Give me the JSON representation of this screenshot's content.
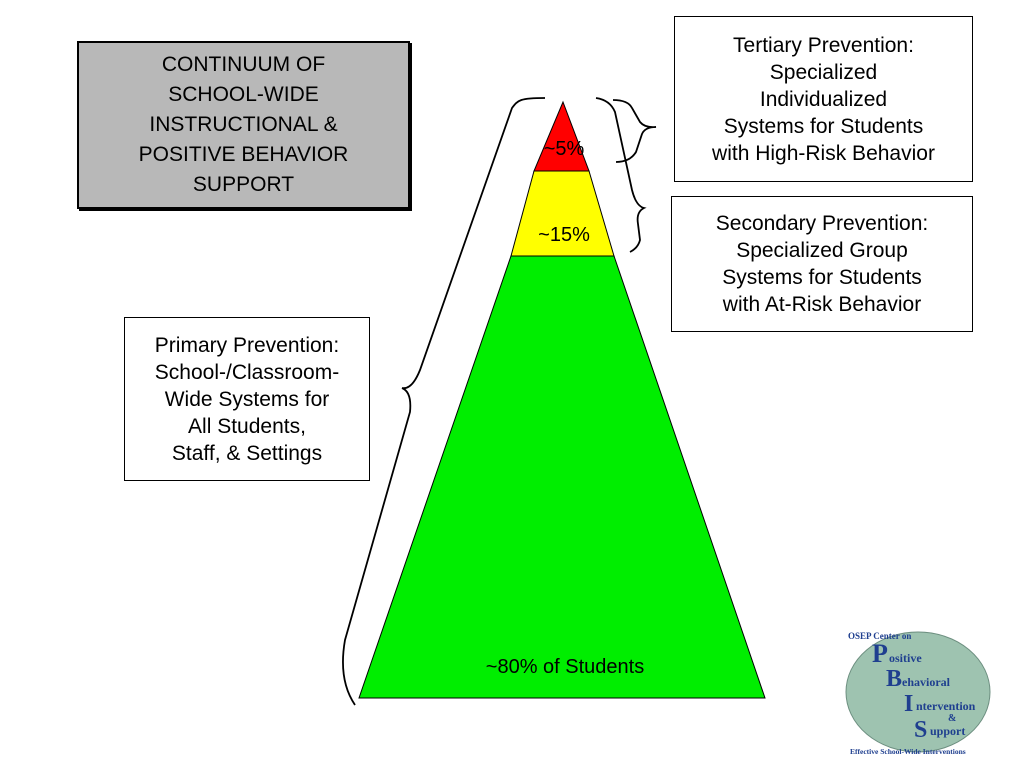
{
  "title": "CONTINUUM OF\nSCHOOL-WIDE\nINSTRUCTIONAL &\nPOSITIVE BEHAVIOR\nSUPPORT",
  "tiers": {
    "tertiary": {
      "label": "Tertiary Prevention:\nSpecialized\nIndividualized\nSystems for Students\nwith High-Risk Behavior",
      "percent": "~5%",
      "color": "#ff0000"
    },
    "secondary": {
      "label": "Secondary Prevention:\nSpecialized Group\nSystems for Students\nwith At-Risk Behavior",
      "percent": "~15%",
      "color": "#ffff00"
    },
    "primary": {
      "label": "Primary Prevention:\nSchool-/Classroom-\nWide Systems for\nAll Students,\nStaff, & Settings",
      "percent": "~80% of Students",
      "color": "#00ee00"
    }
  },
  "logo": {
    "header": "OSEP Center on",
    "letters": [
      "P",
      "B",
      "I",
      "S"
    ],
    "words": [
      "ositive",
      "ehavioral",
      "ntervention",
      "upport"
    ],
    "ampersand": "&",
    "footer": "Effective School-Wide Interventions",
    "colors": {
      "disc": "#9ec3b0",
      "text": "#1f3f8f",
      "footer": "#1f3f8f"
    }
  }
}
